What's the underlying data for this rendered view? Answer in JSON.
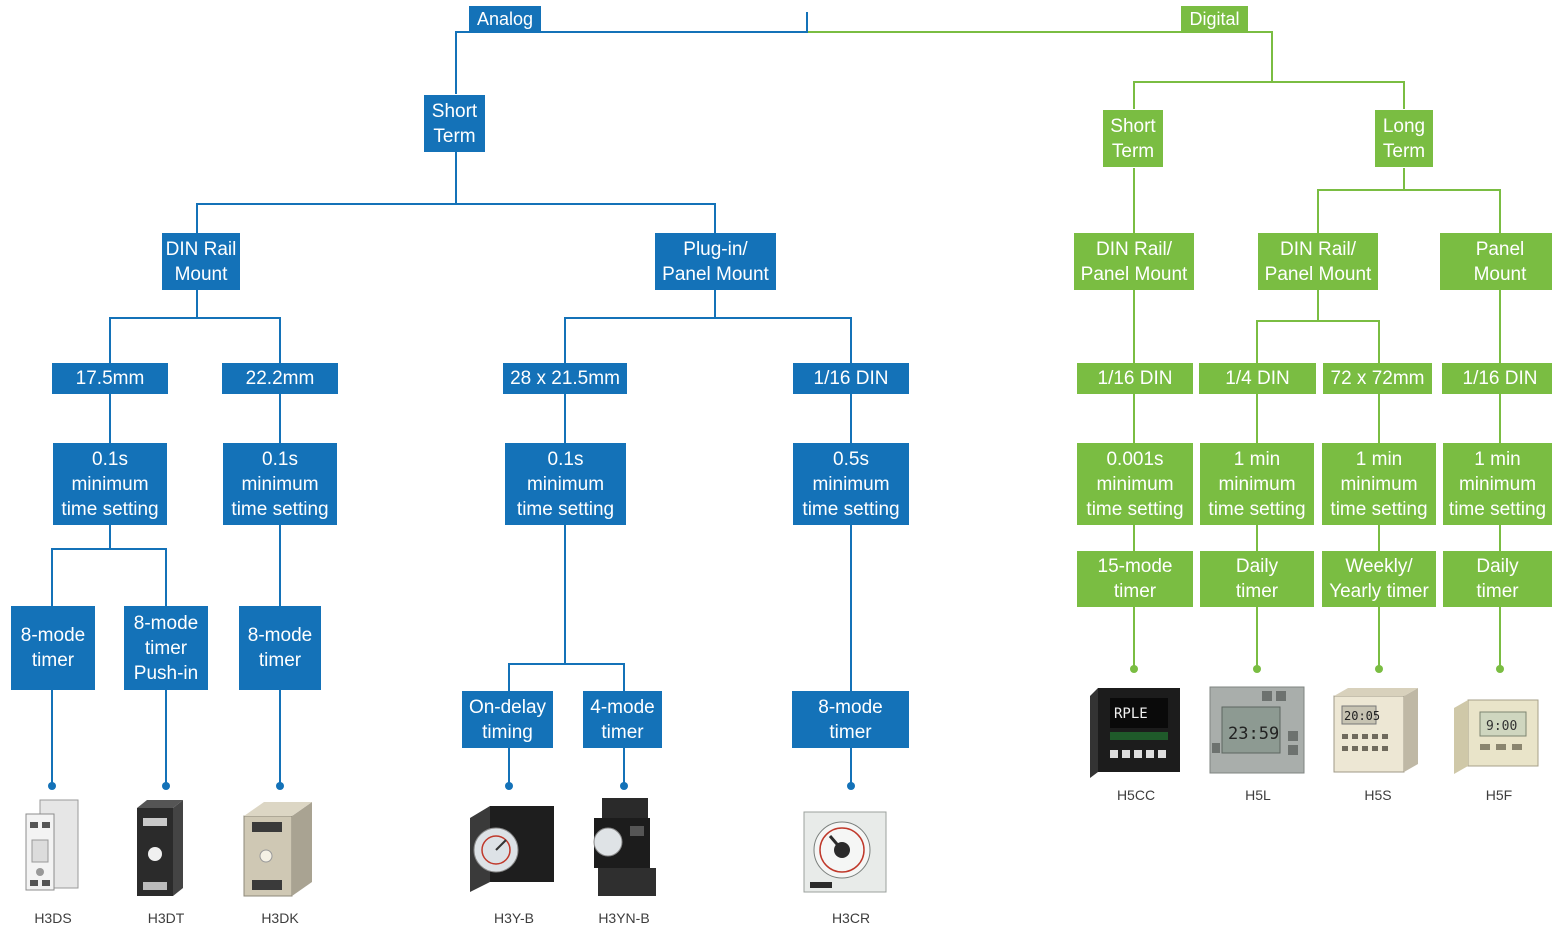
{
  "colors": {
    "analog": "#1472b8",
    "digital": "#7abd42"
  },
  "roots": {
    "analog": "Analog",
    "digital": "Digital"
  },
  "analog": {
    "term": "Short\nTerm",
    "mounts": [
      "DIN Rail\nMount",
      "Plug-in/\nPanel Mount"
    ],
    "sizes": [
      "17.5mm",
      "22.2mm",
      "28 x 21.5mm",
      "1/16 DIN"
    ],
    "settings": [
      "0.1s\nminimum\ntime setting",
      "0.1s\nminimum\ntime setting",
      "0.1s\nminimum\ntime setting",
      "0.5s\nminimum\ntime setting"
    ],
    "modes": [
      "8-mode\ntimer",
      "8-mode\ntimer\nPush-in",
      "8-mode\ntimer",
      "On-delay\ntiming",
      "4-mode\ntimer",
      "8-mode\ntimer"
    ],
    "products": [
      "H3DS",
      "H3DT",
      "H3DK",
      "H3Y-B",
      "H3YN-B",
      "H3CR"
    ]
  },
  "digital": {
    "terms": [
      "Short\nTerm",
      "Long\nTerm"
    ],
    "mounts": [
      "DIN Rail/\nPanel Mount",
      "DIN Rail/\nPanel Mount",
      "Panel\nMount"
    ],
    "sizes": [
      "1/16 DIN",
      "1/4 DIN",
      "72 x 72mm",
      "1/16 DIN"
    ],
    "settings": [
      "0.001s\nminimum\ntime setting",
      "1 min\nminimum\ntime setting",
      "1 min\nminimum\ntime setting",
      "1 min\nminimum\ntime setting"
    ],
    "modes": [
      "15-mode\ntimer",
      "Daily\ntimer",
      "Weekly/\nYearly timer",
      "Daily\ntimer"
    ],
    "products": [
      "H5CC",
      "H5L",
      "H5S",
      "H5F"
    ]
  },
  "product_icons": {
    "H3DS": "din-rail-timer-light-icon",
    "H3DT": "din-rail-timer-dark-icon",
    "H3DK": "din-rail-timer-beige-icon",
    "H3Y-B": "plug-in-timer-icon",
    "H3YN-B": "plug-in-timer-socket-icon",
    "H3CR": "dial-timer-icon",
    "H5CC": "digital-counter-timer-icon",
    "H5L": "lcd-timer-icon",
    "H5S": "weekly-timer-icon",
    "H5F": "panel-timer-icon"
  }
}
